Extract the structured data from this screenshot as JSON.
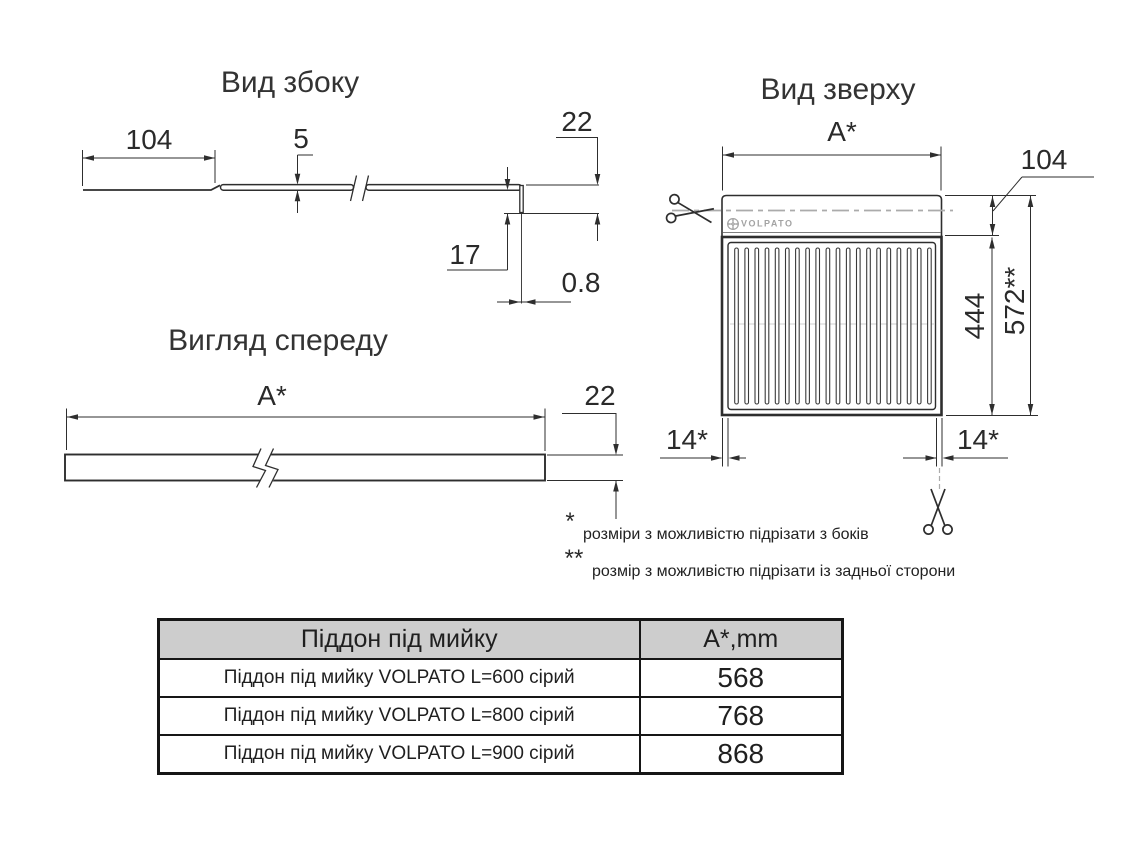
{
  "side_view": {
    "title": "Вид збоку",
    "dims": {
      "front_lip": "104",
      "thickness": "5",
      "back_height": "22",
      "hook_drop": "17",
      "material": "0.8"
    }
  },
  "top_view": {
    "title": "Вид зверху",
    "logo": "VOLPATO",
    "dims": {
      "width": "A*",
      "back_trim": "104",
      "ribbed_depth": "444",
      "total_depth": "572**",
      "side_trim_left": "14*",
      "side_trim_right": "14*"
    }
  },
  "front_view": {
    "title": "Вигляд спереду",
    "dims": {
      "width": "A*",
      "height": "22"
    }
  },
  "notes": {
    "star_marker": "*",
    "star_text": "розміри з можливістю підрізати з боків",
    "double_star_marker": "**",
    "double_star_text": "розмір з можливістю підрізати із задньої сторони"
  },
  "table": {
    "header": {
      "name": "Піддон під мийку",
      "value": "A*,mm"
    },
    "rows": [
      {
        "name": "Піддон під мийку VOLPATO L=600  сірий",
        "value": "568"
      },
      {
        "name": "Піддон під мийку VOLPATO L=800 сірий",
        "value": "768"
      },
      {
        "name": "Піддон під мийку VOLPATO L=900 сірий",
        "value": "868"
      }
    ]
  },
  "colors": {
    "line": "#2e2e2e",
    "gray_accent": "#ababab",
    "table_header_bg": "#cdcdcd"
  }
}
